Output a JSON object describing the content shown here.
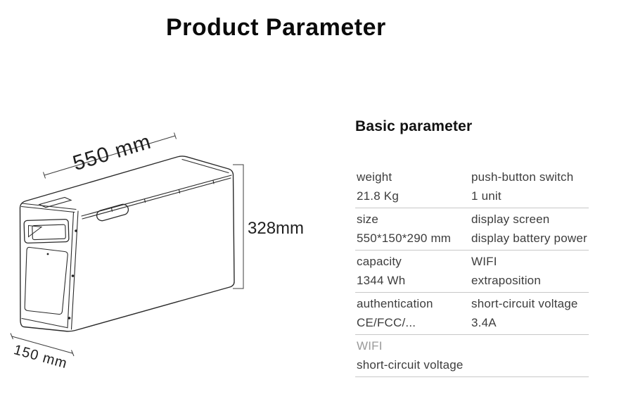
{
  "page": {
    "title": "Product Parameter"
  },
  "illustration": {
    "dim_length": "550 mm",
    "dim_height": "328mm",
    "dim_depth": "150 mm"
  },
  "panel": {
    "heading": "Basic parameter",
    "sections": [
      {
        "rows": [
          [
            "weight",
            "push-button switch"
          ],
          [
            "21.8 Kg",
            "1 unit"
          ]
        ]
      },
      {
        "rows": [
          [
            "size",
            "display screen"
          ],
          [
            "550*150*290 mm",
            "display battery power"
          ]
        ]
      },
      {
        "rows": [
          [
            "capacity",
            "WIFI"
          ],
          [
            "1344 Wh",
            "extraposition"
          ]
        ]
      },
      {
        "rows": [
          [
            "authentication",
            "short-circuit voltage"
          ],
          [
            "CE/FCC/...",
            "3.4A"
          ]
        ]
      },
      {
        "rows": [
          [
            "WIFI",
            ""
          ],
          [
            "short-circuit voltage",
            ""
          ]
        ]
      }
    ]
  },
  "colors": {
    "body_text": "#3d3d3d",
    "muted_text": "#9a9a9a",
    "divider": "#c8c8c8",
    "line_art": "#2a2a2a"
  }
}
